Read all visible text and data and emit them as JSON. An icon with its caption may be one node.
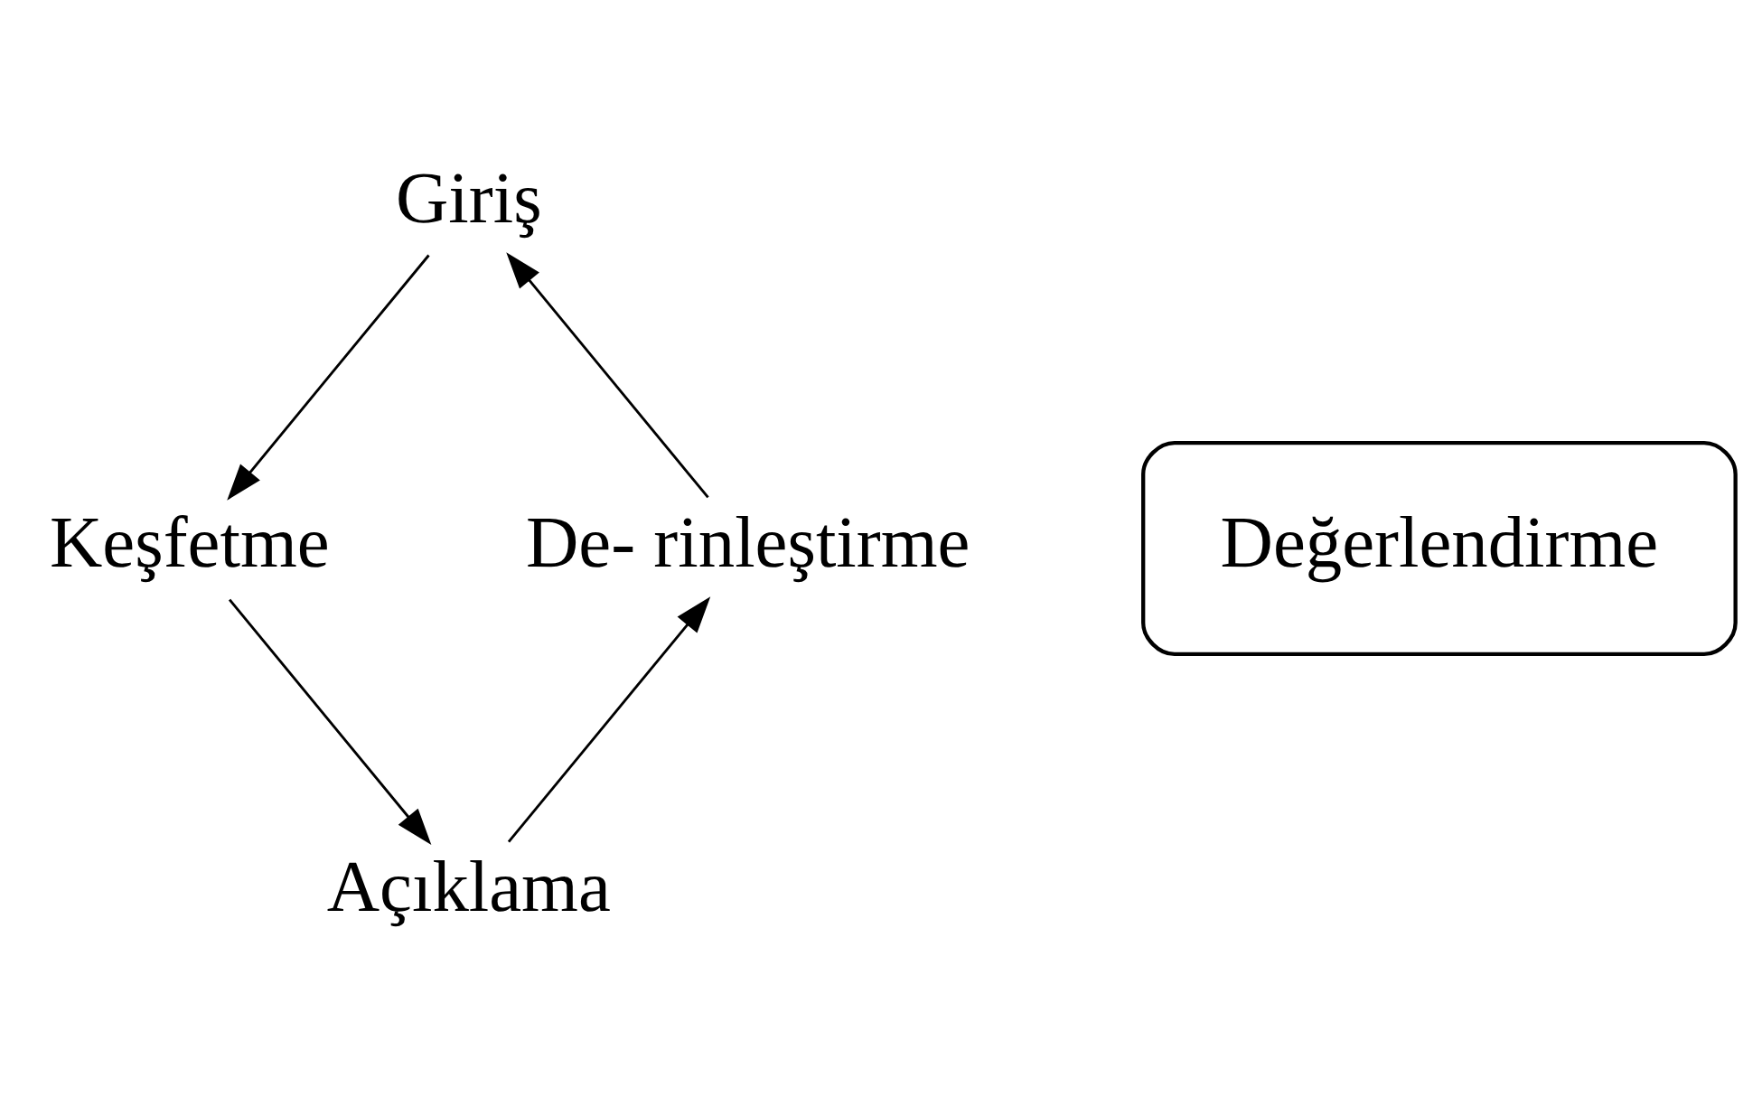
{
  "diagram": {
    "nodes": [
      {
        "text": [
          "Giriş"
        ]
      },
      {
        "text": [
          "Keşfetme"
        ]
      },
      {
        "text": [
          "Açıklama"
        ]
      },
      {
        "text": [
          "De- rinleştirme"
        ]
      },
      {
        "text": [
          "Değerlendirme"
        ]
      }
    ],
    "edges": [
      {
        "from": 3,
        "to": 0,
        "arrow": "to"
      },
      {
        "from": 0,
        "to": 1,
        "arrow": "to"
      },
      {
        "from": 1,
        "to": 2,
        "arrow": "to"
      },
      {
        "from": 2,
        "to": 3,
        "arrow": "to"
      }
    ]
  }
}
